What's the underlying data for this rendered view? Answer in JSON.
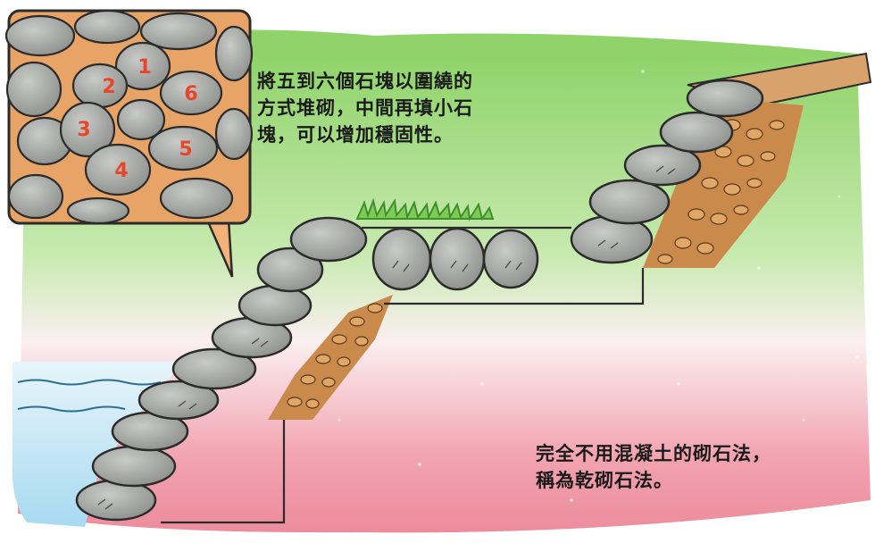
{
  "annotation_top": {
    "lines": [
      "將五到六個石塊以圍繞的",
      "方式堆砌，中間再填小石",
      "塊，可以增加穩固性。"
    ]
  },
  "annotation_bottom": {
    "lines": [
      "完全不用混凝土的砌石法，",
      "稱為乾砌石法。"
    ]
  },
  "inset": {
    "stone_numbers": [
      "1",
      "2",
      "3",
      "4",
      "5",
      "6"
    ],
    "number_color": "#e8462a"
  },
  "colors": {
    "ground_green": "#8fd36a",
    "ground_pink": "#f2a3b0",
    "water_blue": "#bfe3f4",
    "stone_gray": "#a7a9a7",
    "fill_brown": "#c98a4c",
    "outline": "#2b2b2b"
  }
}
